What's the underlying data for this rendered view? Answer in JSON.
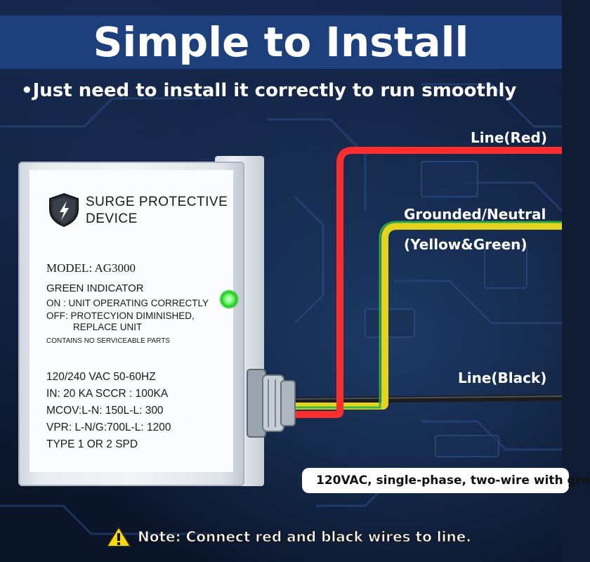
{
  "header": {
    "title": "Simple to Install",
    "subtitle": "•Just need to install it correctly to run smoothly"
  },
  "wires": {
    "red_label": "Line(Red)",
    "neutral_label_1": "Grounded/Neutral",
    "neutral_label_2": "(Yellow&Green)",
    "black_label": "Line(Black)",
    "colors": {
      "red": "#ff2d2d",
      "yellow": "#e3d41e",
      "green": "#2fb14a",
      "black": "#1c1c1c"
    }
  },
  "device": {
    "title_line1": "SURGE PROTECTIVE",
    "title_line2": "DEVICE",
    "model": "MODEL: AG3000",
    "indicator_heading": "GREEN INDICATOR",
    "on_text": "ON : UNIT OPERATING CORRECTLY",
    "off_text_1": "OFF: PROTECYION DIMINISHED,",
    "off_text_2": "REPLACE UNIT",
    "notice": "CONTAINS NO SERVICEABLE PARTS",
    "specs": [
      "120/240 VAC 50-60HZ",
      "IN: 20 KA SCCR : 100KA",
      "MCOV:L-N: 150L-L: 300",
      "VPR: L-N/G:700L-L: 1200",
      "TYPE 1 OR 2 SPD"
    ],
    "icons": {
      "logo": "shield-lightning-icon",
      "indicator": "green-led-icon"
    }
  },
  "info": {
    "text": "120VAC, single-phase, two-wire with gro"
  },
  "note": {
    "text": "Note: Connect red and black wires to line.",
    "icon": "warning-icon"
  }
}
